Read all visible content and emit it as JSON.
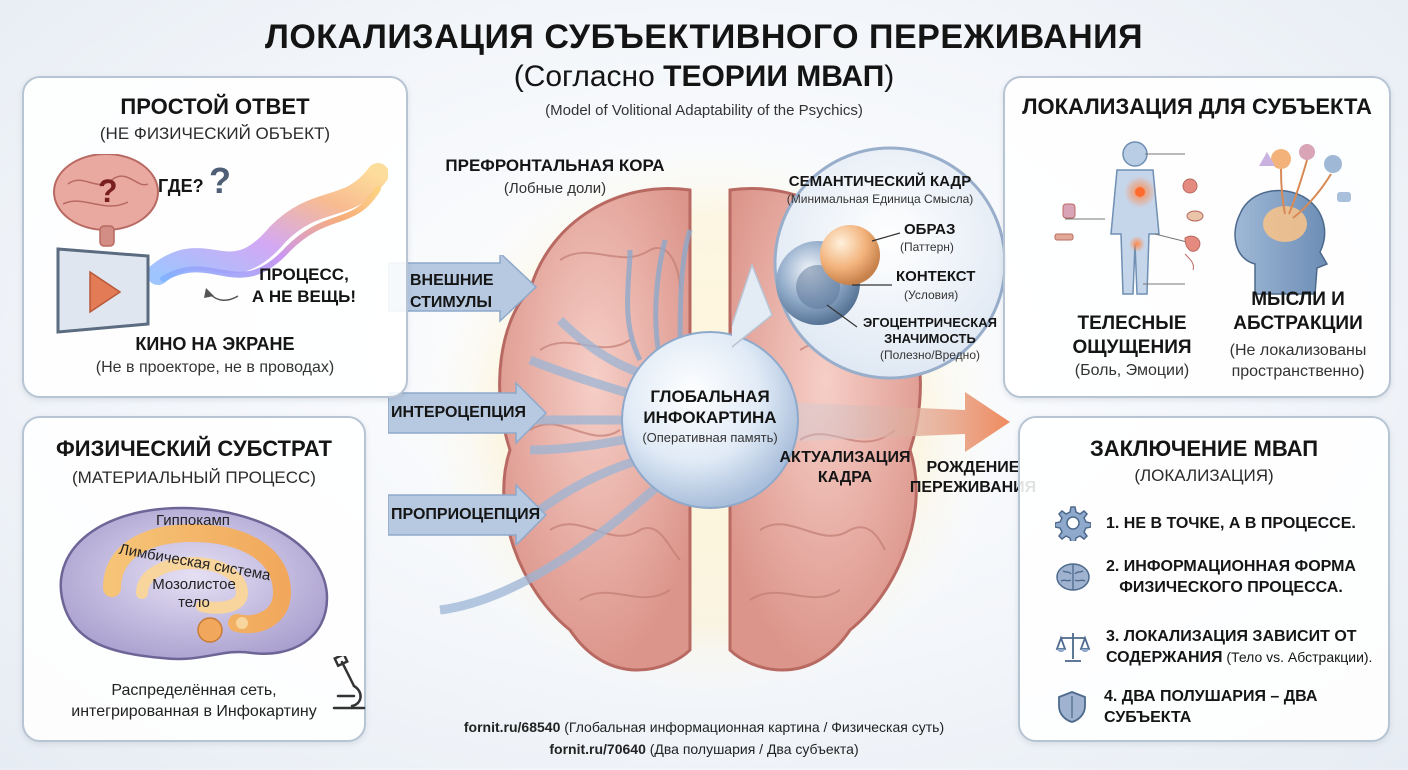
{
  "title": {
    "line1": "ЛОКАЛИЗАЦИЯ СУБЪЕКТИВНОГО ПЕРЕЖИВАНИЯ",
    "line2_prefix": "(Согласно ",
    "line2_bold": "ТЕОРИИ МВАП",
    "line2_suffix": ")",
    "line3": "(Model of Volitional Adaptability of the Psychics)"
  },
  "simple_answer": {
    "heading": "ПРОСТОЙ ОТВЕТ",
    "subheading": "(НЕ ФИЗИЧЕСКИЙ ОБЪЕКТ)",
    "where": "ГДЕ?",
    "question_mark": "?",
    "process_line1": "ПРОЦЕСС,",
    "process_line2": "А НЕ ВЕЩЬ!",
    "cinema": "КИНО НА ЭКРАНЕ",
    "cinema_note": "(Не в проекторе, не в проводах)"
  },
  "substrate": {
    "heading": "ФИЗИЧЕСКИЙ СУБСТРАТ",
    "subheading": "(МАТЕРИАЛЬНЫЙ ПРОЦЕСС)",
    "hippocampus": "Гиппокамп",
    "limbic": "Лимбическая система",
    "corpus_line1": "Мозолистое",
    "corpus_line2": "тело",
    "network_line1": "Распределённая сеть,",
    "network_line2": "интегрированная в Инфокартину"
  },
  "center": {
    "prefrontal": "ПРЕФРОНТАЛЬНАЯ КОРА",
    "prefrontal_note": "(Лобные доли)",
    "external_line1": "ВНЕШНИЕ",
    "external_line2": "СТИМУЛЫ",
    "interoception": "ИНТЕРОЦЕПЦИЯ",
    "proprioception": "ПРОПРИОЦЕПЦИЯ",
    "global_line1": "ГЛОБАЛЬНАЯ",
    "global_line2": "ИНФОКАРТИНА",
    "global_note": "(Оперативная память)",
    "actualization_line1": "АКТУАЛИЗАЦИЯ",
    "actualization_line2": "КАДРА",
    "birth_line1": "РОЖДЕНИЕ",
    "birth_line2": "ПЕРЕЖИВАНИЯ"
  },
  "semantic_frame": {
    "heading": "СЕМАНТИЧЕСКИЙ КАДР",
    "note": "(Минимальная Единица Смысла)",
    "image": "ОБРАЗ",
    "image_note": "(Паттерн)",
    "context": "КОНТЕКСТ",
    "context_note": "(Условия)",
    "ego_line1": "ЭГОЦЕНТРИЧЕСКАЯ",
    "ego_line2": "ЗНАЧИМОСТЬ",
    "ego_note": "(Полезно/Вредно)"
  },
  "subject_localization": {
    "heading": "ЛОКАЛИЗАЦИЯ ДЛЯ СУБЪЕКТА",
    "body_line1": "ТЕЛЕСНЫЕ",
    "body_line2": "ОЩУЩЕНИЯ",
    "body_note": "(Боль, Эмоции)",
    "thoughts_line1": "МЫСЛИ И",
    "thoughts_line2": "АБСТРАКЦИИ",
    "thoughts_note_line1": "(Не локализованы",
    "thoughts_note_line2": "пространственно)"
  },
  "conclusion": {
    "heading": "ЗАКЛЮЧЕНИЕ МВАП",
    "subheading": "(ЛОКАЛИЗАЦИЯ)",
    "item1": "1. НЕ В ТОЧКЕ, А В ПРОЦЕССЕ.",
    "item2_line1": "2. ИНФОРМАЦИОННАЯ ФОРМА",
    "item2_line2": "ФИЗИЧЕСКОГО ПРОЦЕССА.",
    "item3_line1": "3. ЛОКАЛИЗАЦИЯ ЗАВИСИТ ОТ",
    "item3_line2_bold": "СОДЕРЖАНИЯ",
    "item3_line2_regular": " (Тело vs. Абстракции).",
    "item4": "4. ДВА ПОЛУШАРИЯ – ДВА СУБЪЕКТА",
    "icons": [
      "gear-icon",
      "brain-icon",
      "scales-icon",
      "shield-icon"
    ]
  },
  "footer": {
    "link1": "fornit.ru/68540",
    "link1_desc": " (Глобальная информационная картина / Физическая суть)",
    "link2": "fornit.ru/70640",
    "link2_desc": " (Два полушария / Два субъекта)"
  },
  "colors": {
    "panel_border": "#b7c4d3",
    "brain_pink": "#e9a9a1",
    "arrow_blue": "#a9bdd6",
    "output_arrow": "#f08a5d",
    "sphere_orange": "#f2b27a",
    "sphere_blue": "#6f8fb3"
  }
}
